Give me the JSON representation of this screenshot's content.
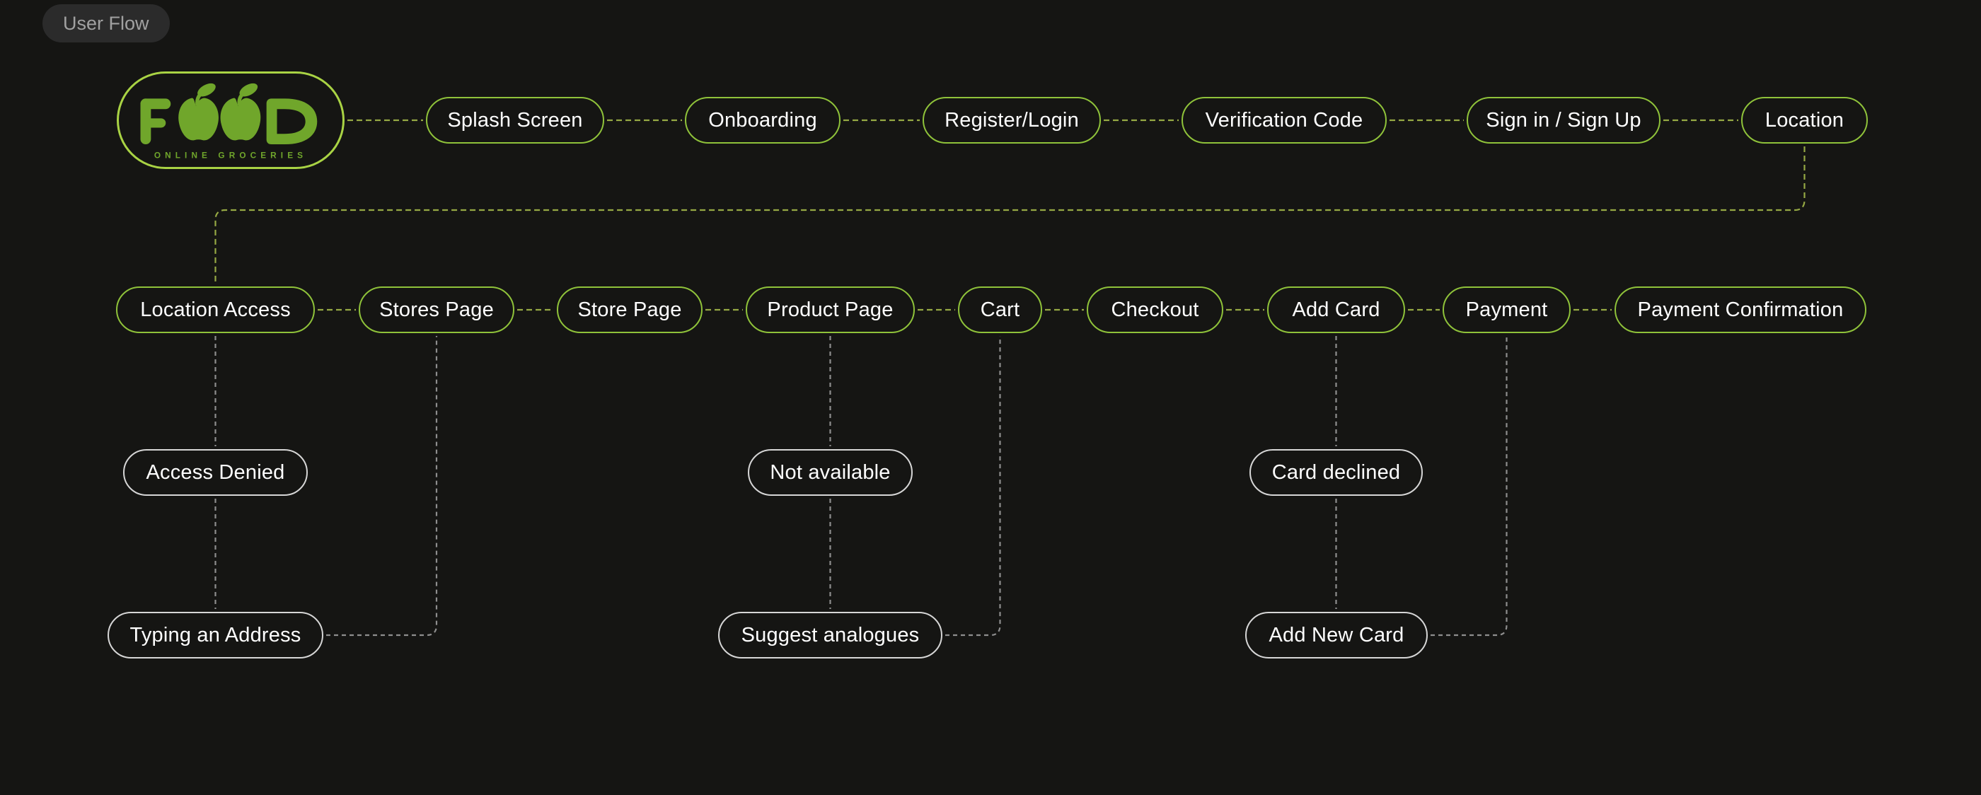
{
  "page": {
    "title_badge": "User Flow"
  },
  "colors": {
    "background": "#151513",
    "green_node_border": "#8fc23a",
    "green_dash": "#96a944",
    "white_node_border": "#d6d6d6",
    "gray_dash": "#8e8e8e",
    "text": "#ffffff",
    "badge_bg": "#2b2b2b",
    "badge_text": "#a1a1a1",
    "logo_green": "#70a62b",
    "logo_border": "#a9d344"
  },
  "logo": {
    "brand": "FOOD",
    "tagline": "ONLINE GROCERIES"
  },
  "flow": {
    "nodes": [
      {
        "id": "n-splash",
        "label": "Splash Screen",
        "style": "green"
      },
      {
        "id": "n-onboarding",
        "label": "Onboarding",
        "style": "green"
      },
      {
        "id": "n-register",
        "label": "Register/Login",
        "style": "green"
      },
      {
        "id": "n-verification",
        "label": "Verification Code",
        "style": "green"
      },
      {
        "id": "n-signin",
        "label": "Sign in / Sign Up",
        "style": "green"
      },
      {
        "id": "n-location",
        "label": "Location",
        "style": "green"
      },
      {
        "id": "n-location-access",
        "label": "Location Access",
        "style": "green"
      },
      {
        "id": "n-stores-page",
        "label": "Stores Page",
        "style": "green"
      },
      {
        "id": "n-store-page",
        "label": "Store Page",
        "style": "green"
      },
      {
        "id": "n-product-page",
        "label": "Product Page",
        "style": "green"
      },
      {
        "id": "n-cart",
        "label": "Cart",
        "style": "green"
      },
      {
        "id": "n-checkout",
        "label": "Checkout",
        "style": "green"
      },
      {
        "id": "n-add-card",
        "label": "Add Card",
        "style": "green"
      },
      {
        "id": "n-payment",
        "label": "Payment",
        "style": "green"
      },
      {
        "id": "n-payment-confirmation",
        "label": "Payment Confirmation",
        "style": "green"
      },
      {
        "id": "n-access-denied",
        "label": "Access Denied",
        "style": "white"
      },
      {
        "id": "n-not-available",
        "label": "Not available",
        "style": "white"
      },
      {
        "id": "n-card-declined",
        "label": "Card declined",
        "style": "white"
      },
      {
        "id": "n-typing-address",
        "label": "Typing an Address",
        "style": "white"
      },
      {
        "id": "n-suggest-analogues",
        "label": "Suggest analogues",
        "style": "white"
      },
      {
        "id": "n-add-new-card",
        "label": "Add New Card",
        "style": "white"
      }
    ],
    "edges": [
      {
        "from": "n-logo",
        "to": "n-splash",
        "type": "h",
        "color": "green"
      },
      {
        "from": "n-splash",
        "to": "n-onboarding",
        "type": "h",
        "color": "green"
      },
      {
        "from": "n-onboarding",
        "to": "n-register",
        "type": "h",
        "color": "green"
      },
      {
        "from": "n-register",
        "to": "n-verification",
        "type": "h",
        "color": "green"
      },
      {
        "from": "n-verification",
        "to": "n-signin",
        "type": "h",
        "color": "green"
      },
      {
        "from": "n-signin",
        "to": "n-location",
        "type": "h",
        "color": "green"
      },
      {
        "from": "n-location",
        "to": "n-location-access",
        "type": "elbow",
        "midY": 297,
        "color": "green"
      },
      {
        "from": "n-location-access",
        "to": "n-stores-page",
        "type": "h",
        "color": "green"
      },
      {
        "from": "n-stores-page",
        "to": "n-store-page",
        "type": "h",
        "color": "green"
      },
      {
        "from": "n-store-page",
        "to": "n-product-page",
        "type": "h",
        "color": "green"
      },
      {
        "from": "n-product-page",
        "to": "n-cart",
        "type": "h",
        "color": "green"
      },
      {
        "from": "n-cart",
        "to": "n-checkout",
        "type": "h",
        "color": "green"
      },
      {
        "from": "n-checkout",
        "to": "n-add-card",
        "type": "h",
        "color": "green"
      },
      {
        "from": "n-add-card",
        "to": "n-payment",
        "type": "h",
        "color": "green"
      },
      {
        "from": "n-payment",
        "to": "n-payment-confirmation",
        "type": "h",
        "color": "green"
      },
      {
        "from": "n-location-access",
        "to": "n-access-denied",
        "type": "v",
        "color": "gray"
      },
      {
        "from": "n-access-denied",
        "to": "n-typing-address",
        "type": "v",
        "color": "gray"
      },
      {
        "from": "n-typing-address",
        "to": "n-stores-page",
        "type": "hv",
        "color": "gray"
      },
      {
        "from": "n-product-page",
        "to": "n-not-available",
        "type": "v",
        "color": "gray"
      },
      {
        "from": "n-not-available",
        "to": "n-suggest-analogues",
        "type": "v",
        "color": "gray"
      },
      {
        "from": "n-suggest-analogues",
        "to": "n-cart",
        "type": "hv",
        "color": "gray"
      },
      {
        "from": "n-add-card",
        "to": "n-card-declined",
        "type": "v",
        "color": "gray"
      },
      {
        "from": "n-card-declined",
        "to": "n-add-new-card",
        "type": "v",
        "color": "gray"
      },
      {
        "from": "n-add-new-card",
        "to": "n-payment",
        "type": "hv",
        "color": "gray"
      }
    ]
  }
}
